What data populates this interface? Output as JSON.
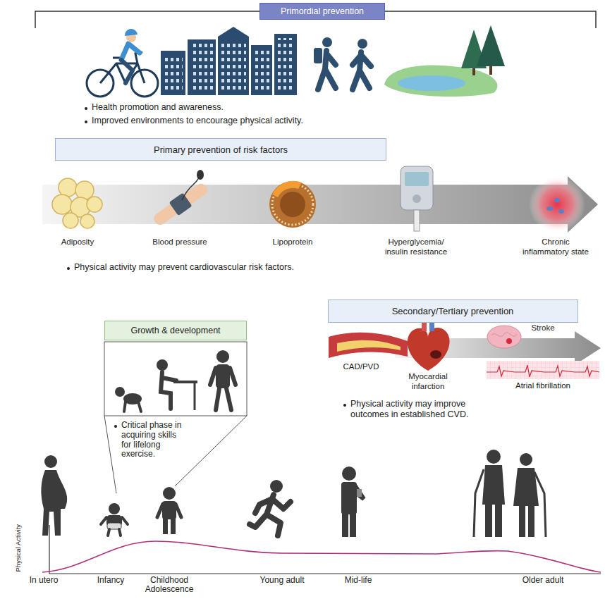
{
  "diagram": {
    "nodes": [
      {
        "text": [
          "Primordial prevention"
        ]
      },
      {
        "text": [
          "Primary prevention of risk factors"
        ]
      },
      {
        "text": [
          "Secondary/Tertiary prevention"
        ]
      },
      {
        "text": [
          "Growth & development"
        ]
      }
    ],
    "labels": [
      "Health promotion and awareness.",
      "Improved environments to encourage physical activity.",
      "Adiposity",
      "Blood pressure",
      "Lipoprotein",
      "Hyperglycemia/ insulin resistance",
      "Chronic inflammatory state",
      "Physical activity may prevent cardiovascular risk factors.",
      "CAD/PVD",
      "Myocardial infarction",
      "Stroke",
      "Atrial fibrillation",
      "Physical activity may improve outcomes in established CVD.",
      "Critical phase in acquiring skills for lifelong exercise.",
      "Physical Activity",
      "In utero",
      "Infancy",
      "Childhood Adolescence",
      "Young adult",
      "Mid-life",
      "Older adult"
    ]
  }
}
